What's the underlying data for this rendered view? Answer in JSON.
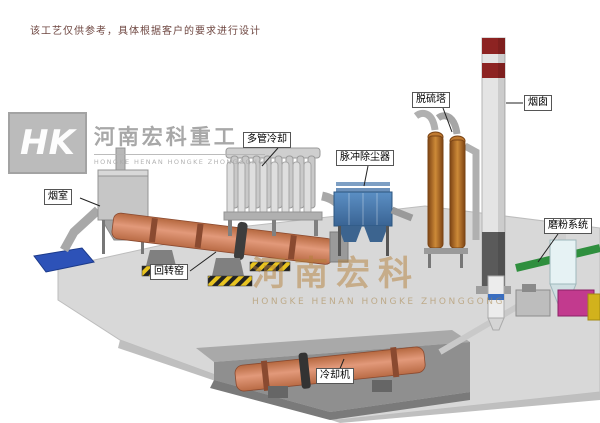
{
  "note": {
    "text": "该工艺仅供参考，具体根据客户的要求进行设计"
  },
  "logo": {
    "monogram": "HK",
    "name": "河南宏科重工",
    "tagline": "HONGKE HENAN HONGKE ZHONGGONG"
  },
  "watermark": {
    "cn": "河南宏科",
    "en": "HONGKE HENAN HONGKE ZHONGGONG"
  },
  "equipment_labels": {
    "smoke_chamber": "烟室",
    "multi_tube_cooler": "多管冷却",
    "pulse_dust_collector": "脉冲除尘器",
    "desulfurization_tower": "脱硫塔",
    "chimney": "烟囱",
    "grinding_system": "磨粉系统",
    "rotary_kiln": "回转窑",
    "cooling_machine": "冷却机"
  },
  "colors": {
    "kiln_salmon": "#cd8158",
    "platform_gray": "#d8d8d8",
    "collector_blue": "#4a7ab0",
    "tower_orange": "#b06a28",
    "chimney_band_red": "#8d2322",
    "hazard_yellow": "#e8c31f",
    "grinder_magenta": "#c23a8e",
    "pipe_green": "#2f8f3e",
    "pad_blue": "#2d52b8"
  }
}
